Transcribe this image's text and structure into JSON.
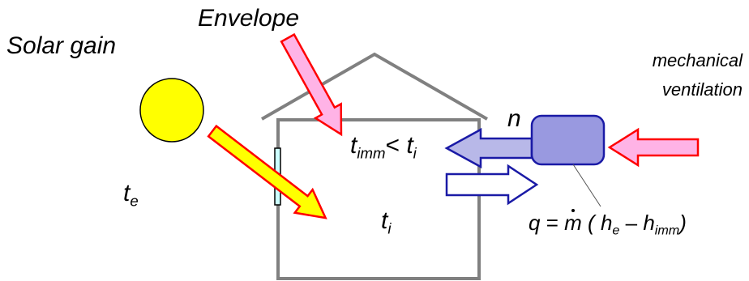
{
  "labels": {
    "solar_gain": "Solar gain",
    "envelope": "Envelope",
    "mechanical": "mechanical",
    "ventilation": "ventilation",
    "n": "n"
  },
  "temperatures": {
    "external": {
      "symbol": "t",
      "sub": "e"
    },
    "internal": {
      "symbol": "t",
      "sub": "i"
    },
    "inlet_comparison": {
      "left_symbol": "t",
      "left_sub": "imm",
      "operator": "<",
      "right_symbol": "t",
      "right_sub": "i"
    }
  },
  "formula": {
    "q": "q",
    "equals": "=",
    "m": "m",
    "open": "(",
    "h1": "h",
    "h1_sub": "e",
    "minus": "–",
    "h2": "h",
    "h2_sub": "imm",
    "close": ")"
  },
  "colors": {
    "sun_fill": "#ffff00",
    "house_stroke": "#808080",
    "arrow_red_stroke": "#ff0000",
    "arrow_pink_fill": "#ffb3e6",
    "arrow_blue_stroke": "#1a1aa6",
    "arrow_blue_fill": "#b8b8e8",
    "unit_fill": "#9999e0",
    "window_fill": "#ccffff"
  }
}
